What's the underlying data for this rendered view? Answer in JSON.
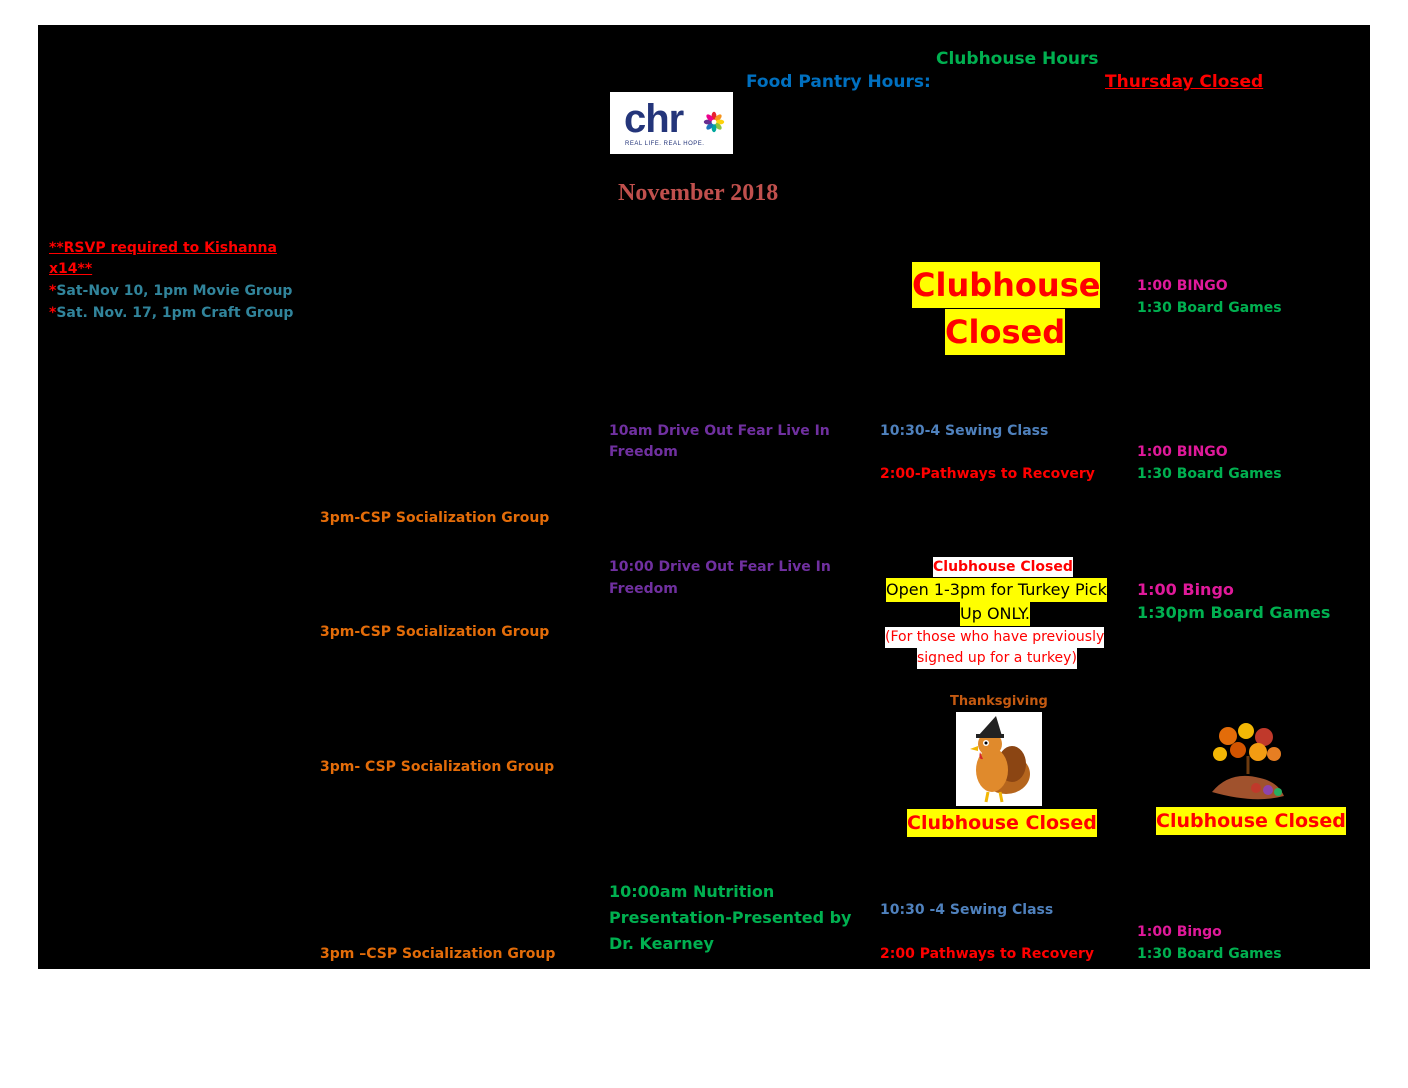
{
  "header": {
    "clubhouse_hours": "Clubhouse Hours",
    "food_pantry_hours": "Food Pantry Hours:",
    "thursday_closed": "Thursday Closed",
    "logo_brand": "chr",
    "logo_tagline": "REAL LIFE. REAL HOPE.",
    "month": "November 2018"
  },
  "notes": {
    "rsvp_line1": "**RSVP  required to Kishanna",
    "rsvp_line2": "x14**",
    "movie_star": "*",
    "movie_text": "Sat-Nov 10, 1pm Movie Group",
    "craft_star": "*",
    "craft_text": "Sat. Nov. 17, 1pm Craft Group"
  },
  "week1": {
    "closed_line1": "Clubhouse",
    "closed_line2": "Closed",
    "bingo": "1:00 BINGO",
    "board_games": "1:30 Board Games"
  },
  "week2": {
    "drive_out_line1": "10am Drive Out Fear Live In",
    "drive_out_line2": "Freedom",
    "sewing": "10:30-4 Sewing Class",
    "pathways": "2:00-Pathways to Recovery",
    "bingo": "1:00 BINGO",
    "board_games": "1:30 Board Games",
    "csp": "3pm-CSP Socialization Group"
  },
  "week3": {
    "drive_out_line1": "10:00 Drive Out Fear Live In",
    "drive_out_line2": "Freedom",
    "csp": "3pm-CSP Socialization Group",
    "closed": "Clubhouse Closed",
    "open_line1": "Open 1-3pm for Turkey Pick",
    "open_line2": "Up ONLY.",
    "prev_line1": "(For those who have previously",
    "prev_line2": "signed up for a turkey)",
    "bingo": "1:00 Bingo",
    "board_games": "1:30pm Board Games"
  },
  "week4": {
    "csp": "3pm- CSP Socialization Group",
    "thanksgiving": "Thanksgiving",
    "closed_thu": "Clubhouse Closed",
    "closed_fri": "Clubhouse Closed"
  },
  "week5": {
    "nutrition_line1": "10:00am Nutrition",
    "nutrition_line2": "Presentation-Presented by",
    "nutrition_line3": "Dr. Kearney",
    "sewing": "10:30 -4 Sewing Class",
    "pathways": "2:00 Pathways to Recovery",
    "bingo": "1:00 Bingo",
    "board_games": "1:30 Board Games",
    "csp": "3pm –CSP Socialization Group"
  },
  "colors": {
    "background": "#000000",
    "green": "#00b050",
    "blue": "#0070c0",
    "red": "#ff0000",
    "highlight": "#ffff00",
    "pink": "#e0199a",
    "teal": "#31849b",
    "orange": "#e36c09",
    "purple": "#7030a0",
    "steel": "#4f81bd"
  }
}
